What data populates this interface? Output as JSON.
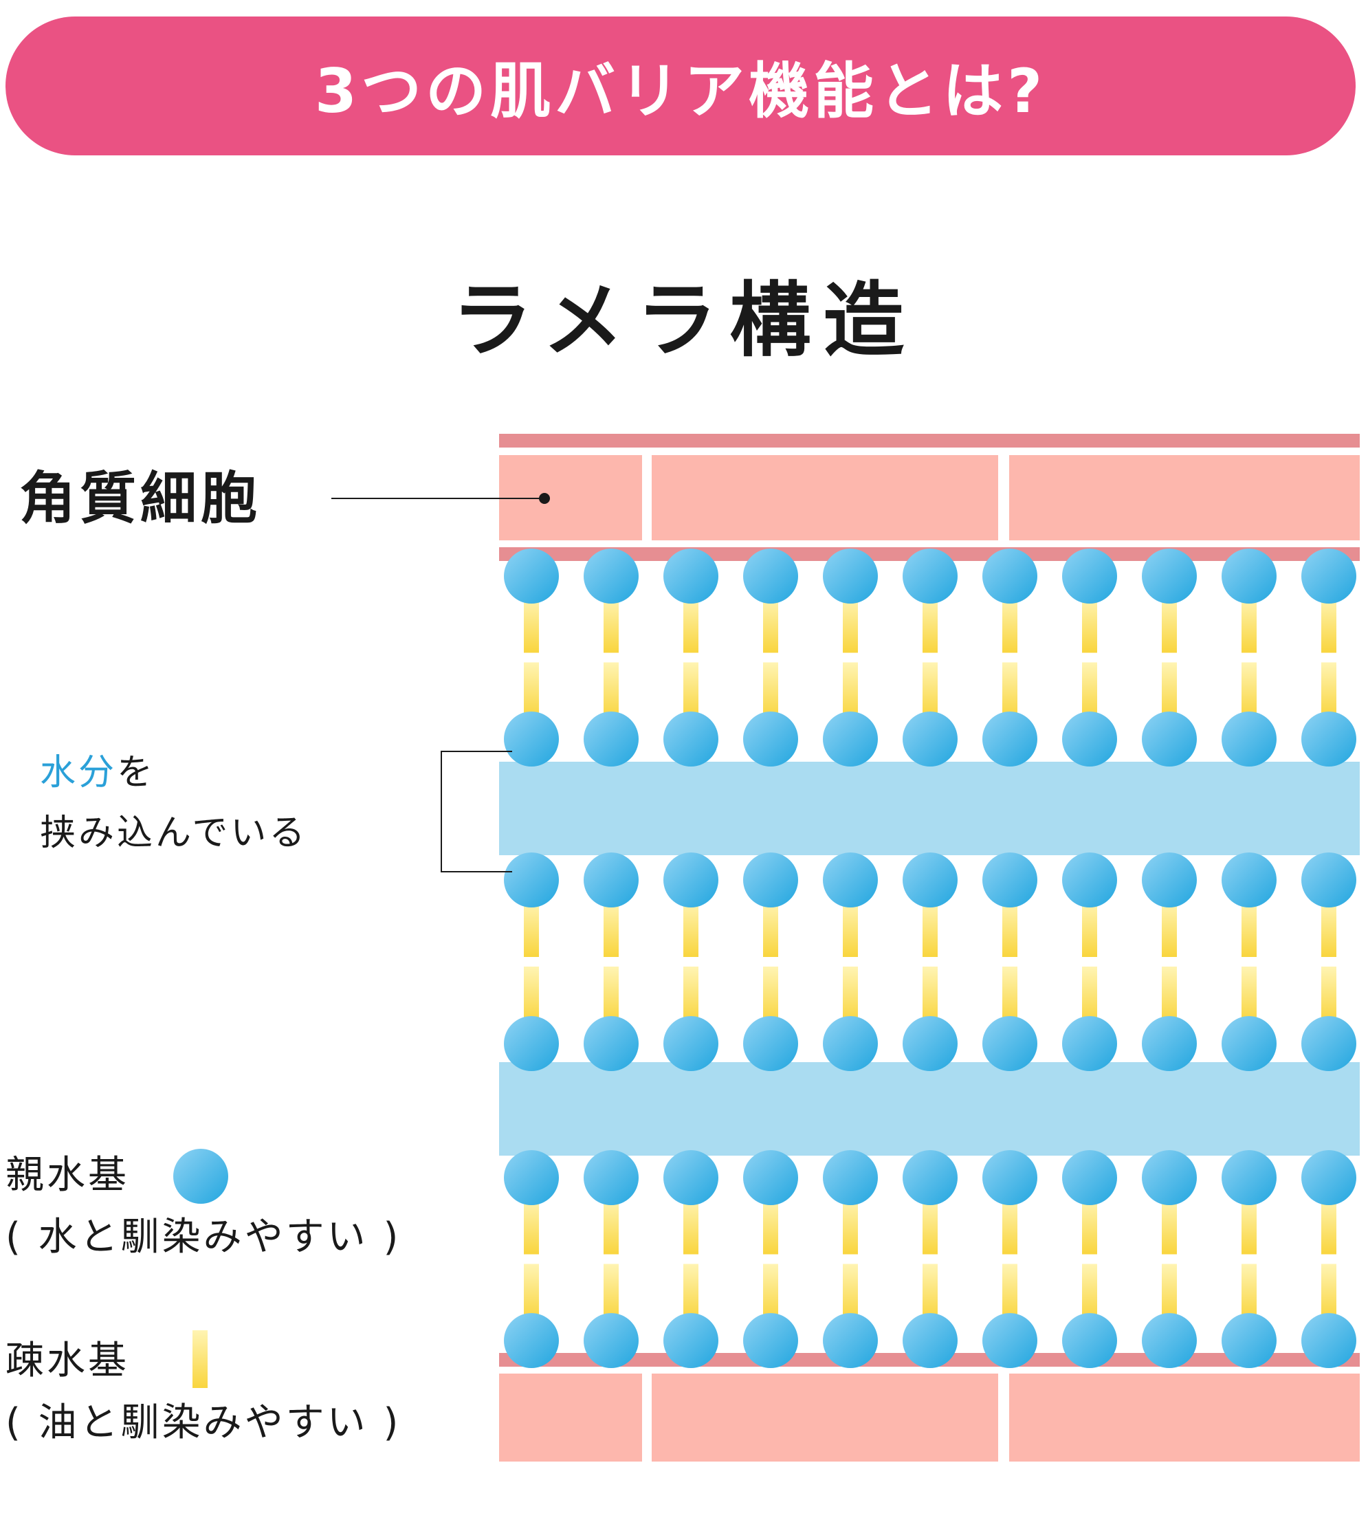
{
  "header": {
    "title": "3つの肌バリア機能とは?"
  },
  "diagram": {
    "title": "ラメラ構造",
    "corneocyte_label": "角質細胞",
    "water_label_accent": "水分",
    "water_label_rest": "を",
    "water_label_line2": "挟み込んでいる",
    "legend": {
      "hydrophilic_title": "親水基",
      "hydrophilic_note": "( 水と馴染みやすい )",
      "hydrophobic_title": "疎水基",
      "hydrophobic_note": "( 油と馴染みやすい )"
    }
  },
  "colors": {
    "banner": "#ea5283",
    "cell_fill": "#fdb7ad",
    "cell_border": "#e68e92",
    "water_band": "#aadcf1",
    "head_light": "#8fd3f4",
    "head_dark": "#22a6df",
    "tail_light": "#fff4b3",
    "tail_dark": "#f9d53e",
    "leader_line": "#1a1a1a"
  },
  "icons": {
    "hydrophilic": "blue-sphere-icon",
    "hydrophobic": "yellow-bar-icon"
  }
}
